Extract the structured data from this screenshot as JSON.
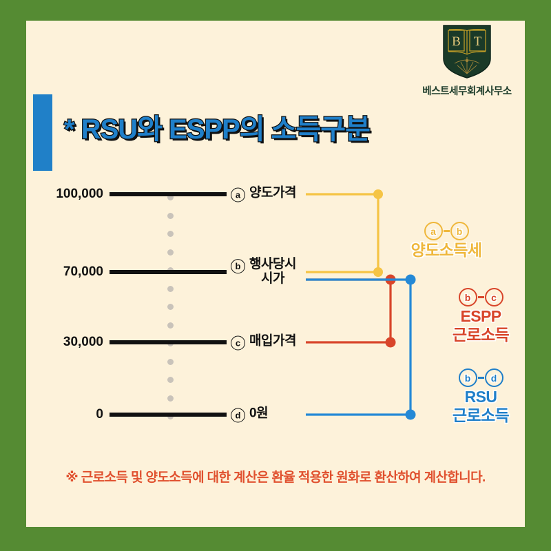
{
  "brand": {
    "monogram_left": "B",
    "monogram_right": "T",
    "name": "베스트세무회계사무소",
    "shield_color": "#1A3A28",
    "gold_color": "#C9A227"
  },
  "header": {
    "title": "* RSU와 ESPP의 소득구분",
    "title_color": "#1F7FC9",
    "accent_bar_color": "#2080C8"
  },
  "chart_data": {
    "type": "bar",
    "title": "* RSU와 ESPP의 소득구분",
    "xlabel": "",
    "ylabel": "",
    "ylim": [
      0,
      100000
    ],
    "grid": false,
    "legend_position": "right",
    "categories": [
      "ⓐ 양도가격",
      "ⓑ 행사당시 시가",
      "ⓒ 매입가격",
      "ⓓ 0원"
    ],
    "values": [
      100000,
      70000,
      30000,
      0
    ],
    "levels": [
      {
        "marker": "a",
        "value_label": "100,000",
        "value": 100000,
        "name_line1": "양도가격",
        "name_line2": ""
      },
      {
        "marker": "b",
        "value_label": "70,000",
        "value": 70000,
        "name_line1": "행사당시",
        "name_line2": "시가"
      },
      {
        "marker": "c",
        "value_label": "30,000",
        "value": 30000,
        "name_line1": "매입가격",
        "name_line2": ""
      },
      {
        "marker": "d",
        "value_label": "0",
        "value": 0,
        "name_line1": "0원",
        "name_line2": ""
      }
    ],
    "annotations": [
      {
        "id": "capital-gains",
        "from": "a",
        "to": "b",
        "span": 30000,
        "line1": "양도소득세",
        "line2": "",
        "color": "#EFB73B"
      },
      {
        "id": "espp-income",
        "from": "b",
        "to": "c",
        "span": 40000,
        "line1": "ESPP",
        "line2": "근로소득",
        "color": "#D8452A"
      },
      {
        "id": "rsu-income",
        "from": "b",
        "to": "d",
        "span": 70000,
        "line1": "RSU",
        "line2": "근로소득",
        "color": "#1F7FC9"
      }
    ]
  },
  "annotations": {
    "gold": {
      "from": "a",
      "dash": "-",
      "to": "b",
      "line1": "양도소득세",
      "line2": ""
    },
    "red": {
      "from": "b",
      "dash": "-",
      "to": "c",
      "line1": "ESPP",
      "line2": "근로소득"
    },
    "blue": {
      "from": "b",
      "dash": "-",
      "to": "d",
      "line1": "RSU",
      "line2": "근로소득"
    }
  },
  "footnote": {
    "text": "※ 근로소득 및 양도소득에 대한 계산은 환율 적용한 원화로 환산하여 계산합니다.",
    "color": "#E0502E"
  },
  "theme": {
    "page_background": "#558B33",
    "card_background": "#FDF2DA",
    "bar_color": "#111111",
    "dot_color": "#C9C3BA"
  }
}
